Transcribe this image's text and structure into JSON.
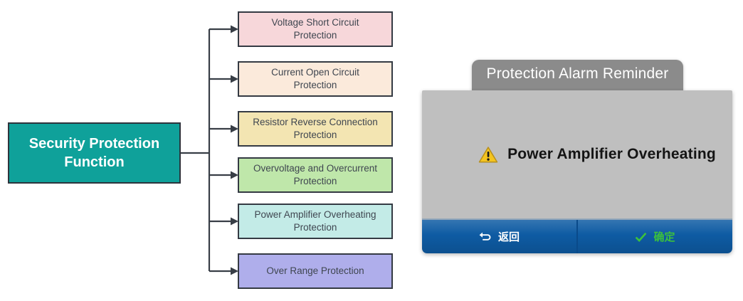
{
  "flowchart": {
    "root": {
      "label": "Security Protection Function",
      "bg": "#0FA19A",
      "text_color": "#FFFFFF"
    },
    "connector_color": "#383E46",
    "boxes": [
      {
        "label": "Voltage Short Circuit Protection",
        "bg": "#F7D7DA"
      },
      {
        "label": "Current Open Circuit Protection",
        "bg": "#FBEADB"
      },
      {
        "label": "Resistor Reverse Connection Protection",
        "bg": "#F3E5B2"
      },
      {
        "label": "Overvoltage and Overcurrent Protection",
        "bg": "#BFE7AA"
      },
      {
        "label": "Power Amplifier Overheating Protection",
        "bg": "#C3EBE7"
      },
      {
        "label": "Over Range Protection",
        "bg": "#AFAEEB"
      }
    ]
  },
  "dialog": {
    "title": "Protection Alarm Reminder",
    "title_bg": "#8B8B8B",
    "body_bg": "#BFBFBF",
    "message": "Power Amplifier Overheating",
    "message_color": "#141414",
    "footer_bg": "#0E5BA3",
    "icons": {
      "warning": "warning-triangle-icon",
      "warning_color": "#F4C41F",
      "back": "return-arrow-icon",
      "confirm": "check-icon"
    },
    "buttons": [
      {
        "label": "返回",
        "text_color": "#FFFFFF"
      },
      {
        "label": "确定",
        "text_color": "#3CC13C"
      }
    ]
  }
}
